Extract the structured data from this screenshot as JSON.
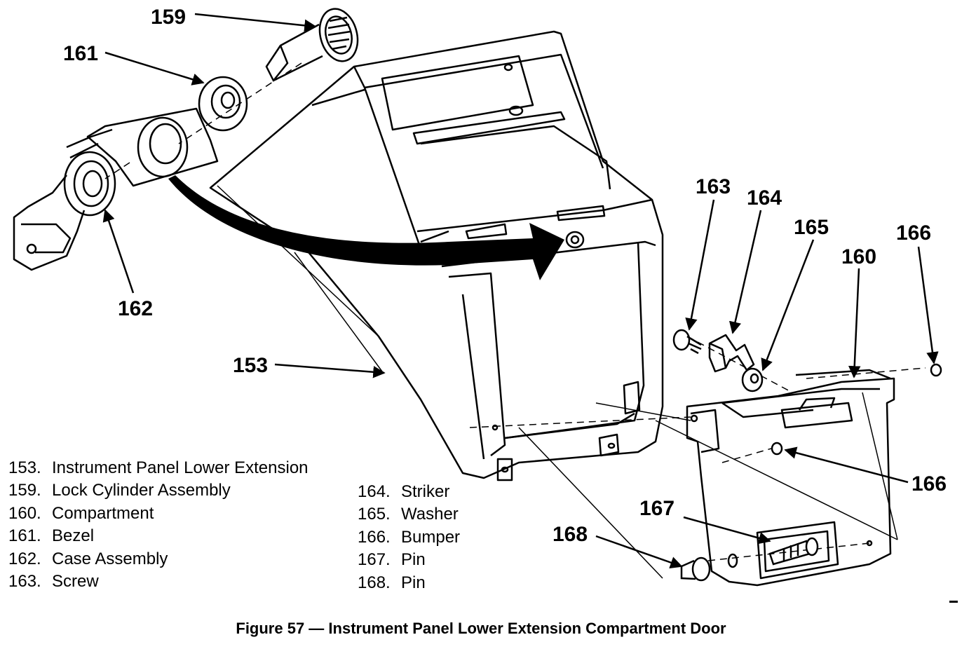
{
  "callouts": {
    "c153": "153",
    "c159": "159",
    "c160": "160",
    "c161": "161",
    "c162": "162",
    "c163": "163",
    "c164": "164",
    "c165": "165",
    "c166a": "166",
    "c166b": "166",
    "c167": "167",
    "c168": "168"
  },
  "legend_left": [
    {
      "num": "153.",
      "label": "Instrument Panel Lower Extension"
    },
    {
      "num": "159.",
      "label": "Lock Cylinder Assembly"
    },
    {
      "num": "160.",
      "label": "Compartment"
    },
    {
      "num": "161.",
      "label": "Bezel"
    },
    {
      "num": "162.",
      "label": "Case Assembly"
    },
    {
      "num": "163.",
      "label": "Screw"
    }
  ],
  "legend_right": [
    {
      "num": "164.",
      "label": "Striker"
    },
    {
      "num": "165.",
      "label": "Washer"
    },
    {
      "num": "166.",
      "label": "Bumper"
    },
    {
      "num": "167.",
      "label": "Pin"
    },
    {
      "num": "168.",
      "label": "Pin"
    }
  ],
  "caption": "Figure 57 — Instrument Panel Lower Extension Compartment Door"
}
